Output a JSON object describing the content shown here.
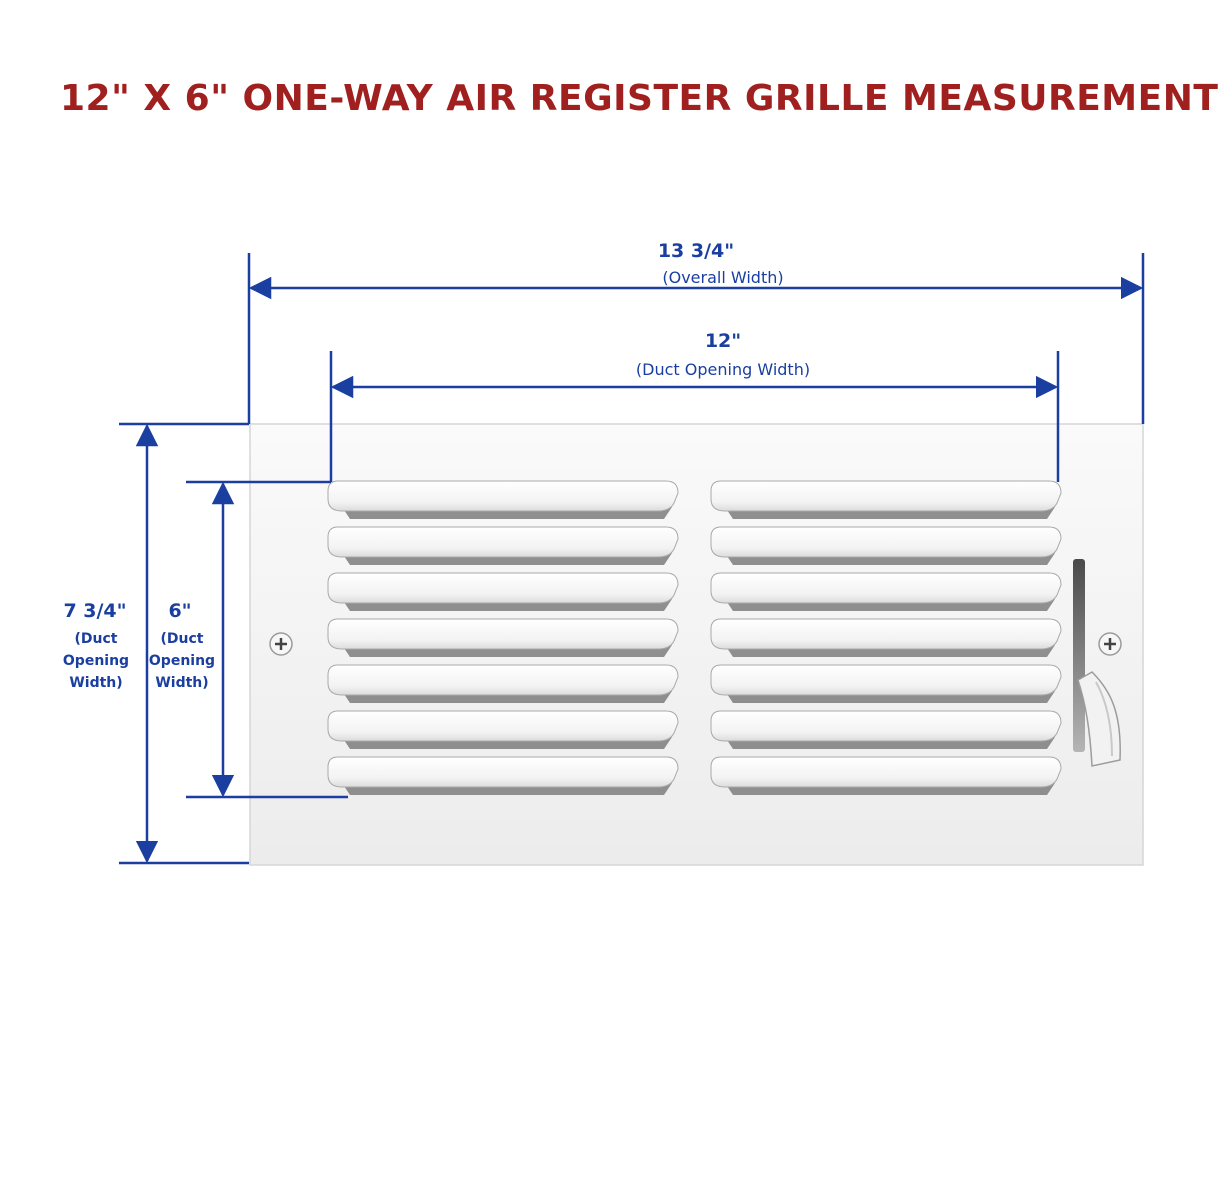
{
  "title": "12\" X 6\" ONE-WAY AIR REGISTER GRILLE MEASUREMENT",
  "colors": {
    "title": "#a01f1f",
    "dimension": "#1a3fa0",
    "grille_face": "#f4f4f4",
    "louver_shadow": "#8a8a8a"
  },
  "dimensions": {
    "overall_width": {
      "value": "13 3/4\"",
      "label": "(Overall Width)"
    },
    "duct_width": {
      "value": "12\"",
      "label": "(Duct Opening Width)"
    },
    "overall_height": {
      "value": "7 3/4\"",
      "label_lines": [
        "(Duct",
        "Opening",
        "Width)"
      ]
    },
    "duct_height": {
      "value": "6\"",
      "label_lines": [
        "(Duct",
        "Opening",
        "Width)"
      ]
    }
  },
  "grille": {
    "louver_rows": 7,
    "louver_columns": 2,
    "screw_icon": "screw-icon",
    "damper_icon": "damper-lever-icon"
  }
}
